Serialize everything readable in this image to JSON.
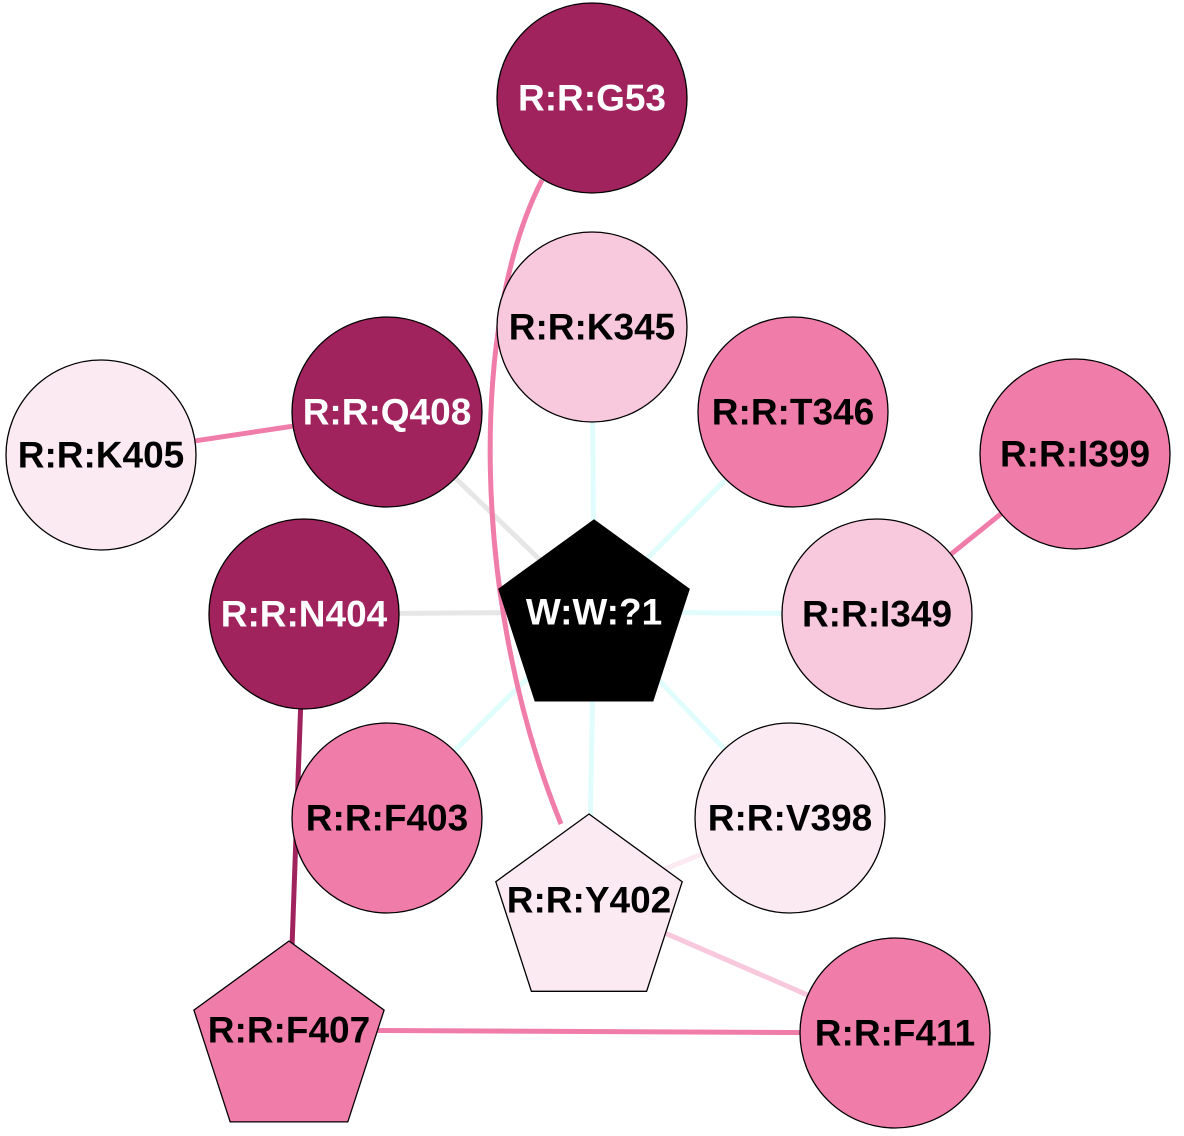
{
  "diagram": {
    "colors": {
      "dark": "#a0235e",
      "medium": "#f07ca9",
      "light": "#f8c8dc",
      "pale": "#fbeaf2",
      "ligand": "#000000",
      "edge_cyan": "#e0fcfc",
      "edge_gray": "#e6e6e6",
      "edge_pink": "#f07ca9",
      "edge_lightpink": "#f8c8dc",
      "edge_pale": "#fbeaf2",
      "edge_dark": "#a0235e"
    },
    "nodes": [
      {
        "id": "G53",
        "label": "R:R:G53",
        "shape": "circle",
        "fill": "dark",
        "text": "white"
      },
      {
        "id": "K345",
        "label": "R:R:K345",
        "shape": "circle",
        "fill": "light",
        "text": "black"
      },
      {
        "id": "T346",
        "label": "R:R:T346",
        "shape": "circle",
        "fill": "medium",
        "text": "black"
      },
      {
        "id": "I399",
        "label": "R:R:I399",
        "shape": "circle",
        "fill": "medium",
        "text": "black"
      },
      {
        "id": "K405",
        "label": "R:R:K405",
        "shape": "circle",
        "fill": "pale",
        "text": "black"
      },
      {
        "id": "Q408",
        "label": "R:R:Q408",
        "shape": "circle",
        "fill": "dark",
        "text": "white"
      },
      {
        "id": "N404",
        "label": "R:R:N404",
        "shape": "circle",
        "fill": "dark",
        "text": "white"
      },
      {
        "id": "W1",
        "label": "W:W:?1",
        "shape": "pentagon",
        "fill": "ligand",
        "text": "white"
      },
      {
        "id": "I349",
        "label": "R:R:I349",
        "shape": "circle",
        "fill": "light",
        "text": "black"
      },
      {
        "id": "F403",
        "label": "R:R:F403",
        "shape": "circle",
        "fill": "medium",
        "text": "black"
      },
      {
        "id": "V398",
        "label": "R:R:V398",
        "shape": "circle",
        "fill": "pale",
        "text": "black"
      },
      {
        "id": "Y402",
        "label": "R:R:Y402",
        "shape": "pentagon",
        "fill": "pale",
        "text": "black"
      },
      {
        "id": "F407",
        "label": "R:R:F407",
        "shape": "pentagon",
        "fill": "medium",
        "text": "black"
      },
      {
        "id": "F411",
        "label": "R:R:F411",
        "shape": "circle",
        "fill": "medium",
        "text": "black"
      }
    ],
    "edges": [
      {
        "from": "W1",
        "to": "K345",
        "color": "edge_cyan"
      },
      {
        "from": "W1",
        "to": "T346",
        "color": "edge_cyan"
      },
      {
        "from": "W1",
        "to": "I349",
        "color": "edge_cyan"
      },
      {
        "from": "W1",
        "to": "V398",
        "color": "edge_cyan"
      },
      {
        "from": "W1",
        "to": "Y402",
        "color": "edge_cyan"
      },
      {
        "from": "W1",
        "to": "F403",
        "color": "edge_cyan"
      },
      {
        "from": "W1",
        "to": "Q408",
        "color": "edge_gray"
      },
      {
        "from": "W1",
        "to": "N404",
        "color": "edge_gray"
      },
      {
        "from": "K405",
        "to": "Q408",
        "color": "edge_pink"
      },
      {
        "from": "I349",
        "to": "I399",
        "color": "edge_pink"
      },
      {
        "from": "G53",
        "to": "Y402",
        "color": "edge_pink",
        "curved": true
      },
      {
        "from": "N404",
        "to": "F407",
        "color": "edge_dark"
      },
      {
        "from": "F407",
        "to": "F411",
        "color": "edge_pink"
      },
      {
        "from": "Y402",
        "to": "F411",
        "color": "edge_lightpink"
      },
      {
        "from": "Y402",
        "to": "V398",
        "color": "edge_pale"
      }
    ]
  }
}
